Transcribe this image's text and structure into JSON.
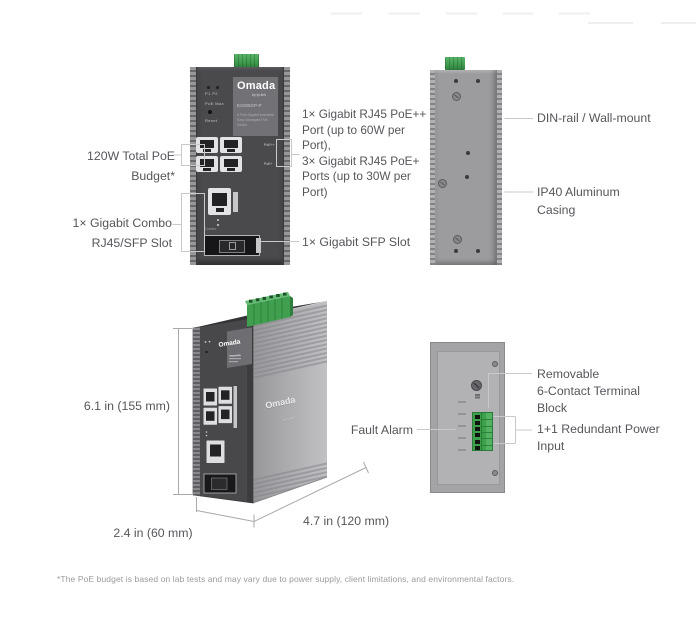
{
  "brand": {
    "name": "Omada",
    "byline": "by tp-link"
  },
  "device": {
    "model": "ES205GP-P",
    "description": "5-Port Gigabit Industrial\nEasy Managed PoE Switch",
    "led_ports": "P1 P2",
    "led_poe_max": "PoE Max",
    "reset_label": "Reset",
    "label_poe_plus_plus": "PoE++",
    "label_poe_plus": "PoE+",
    "label_combo": "Combo"
  },
  "front_view": {
    "poe_budget_label": "120W Total PoE\nBudget*",
    "combo_slot_label": "1× Gigabit Combo\nRJ45/SFP Slot",
    "poe_ports_label": "1× Gigabit RJ45 PoE++\nPort (up to 60W per\nPort),\n3× Gigabit RJ45 PoE+\nPorts (up to 30W per\nPort)",
    "sfp_slot_label": "1× Gigabit SFP Slot"
  },
  "back_view": {
    "mount_label": "DIN-rail / Wall-mount",
    "casing_label": "IP40 Aluminum\nCasing"
  },
  "iso_view": {
    "height_dim": "6.1 in (155 mm)",
    "width_dim": "2.4 in (60 mm)",
    "depth_dim": "4.7 in (120 mm)"
  },
  "side_view": {
    "terminal_label": "Removable\n6-Contact Terminal\nBlock",
    "fault_label": "Fault Alarm",
    "power_label": "1+1 Redundant Power\nInput"
  },
  "footnote": "*The PoE budget is based on lab tests and may vary due to power supply, client limitations, and environmental factors."
}
